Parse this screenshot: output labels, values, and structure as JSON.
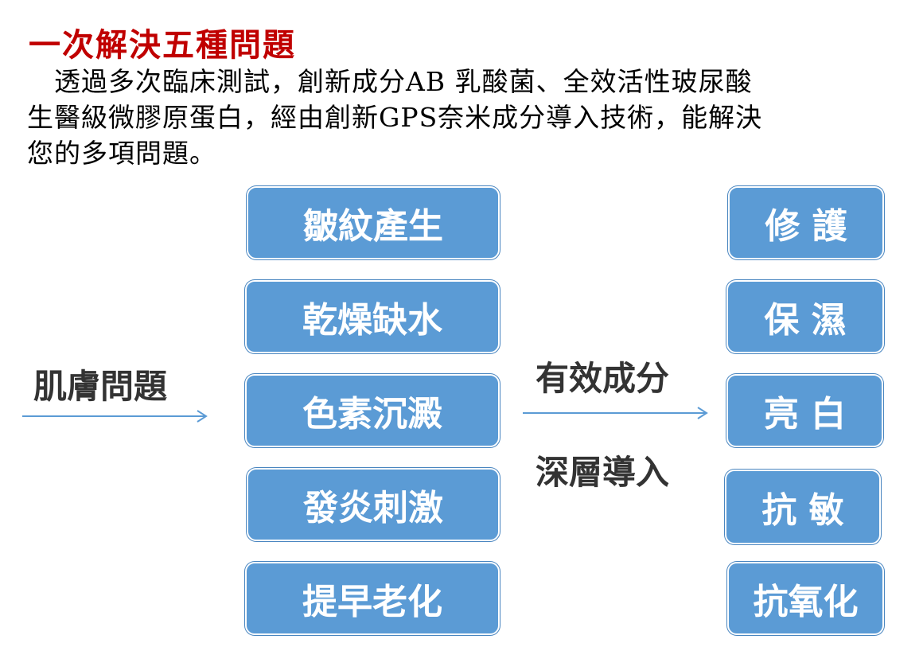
{
  "title": "一次解決五種問題",
  "paragraph": {
    "line1": "　透過多次臨床測試，創新成分AB 乳酸菌、全效活性玻尿酸",
    "line2": "生醫級微膠原蛋白，經由創新GPS奈米成分導入技術，能解決",
    "line3": "您的多項問題。"
  },
  "diagram": {
    "source_label": "肌膚問題",
    "problems": [
      "皺紋產生",
      "乾燥缺水",
      "色素沉澱",
      "發炎刺激",
      "提早老化"
    ],
    "method_label_top": "有效成分",
    "method_label_bottom": "深層導入",
    "results": [
      "修 護",
      "保 濕",
      "亮 白",
      "抗 敏",
      "抗氧化"
    ],
    "box_color": "#5b9bd5",
    "title_color": "#c00000"
  }
}
